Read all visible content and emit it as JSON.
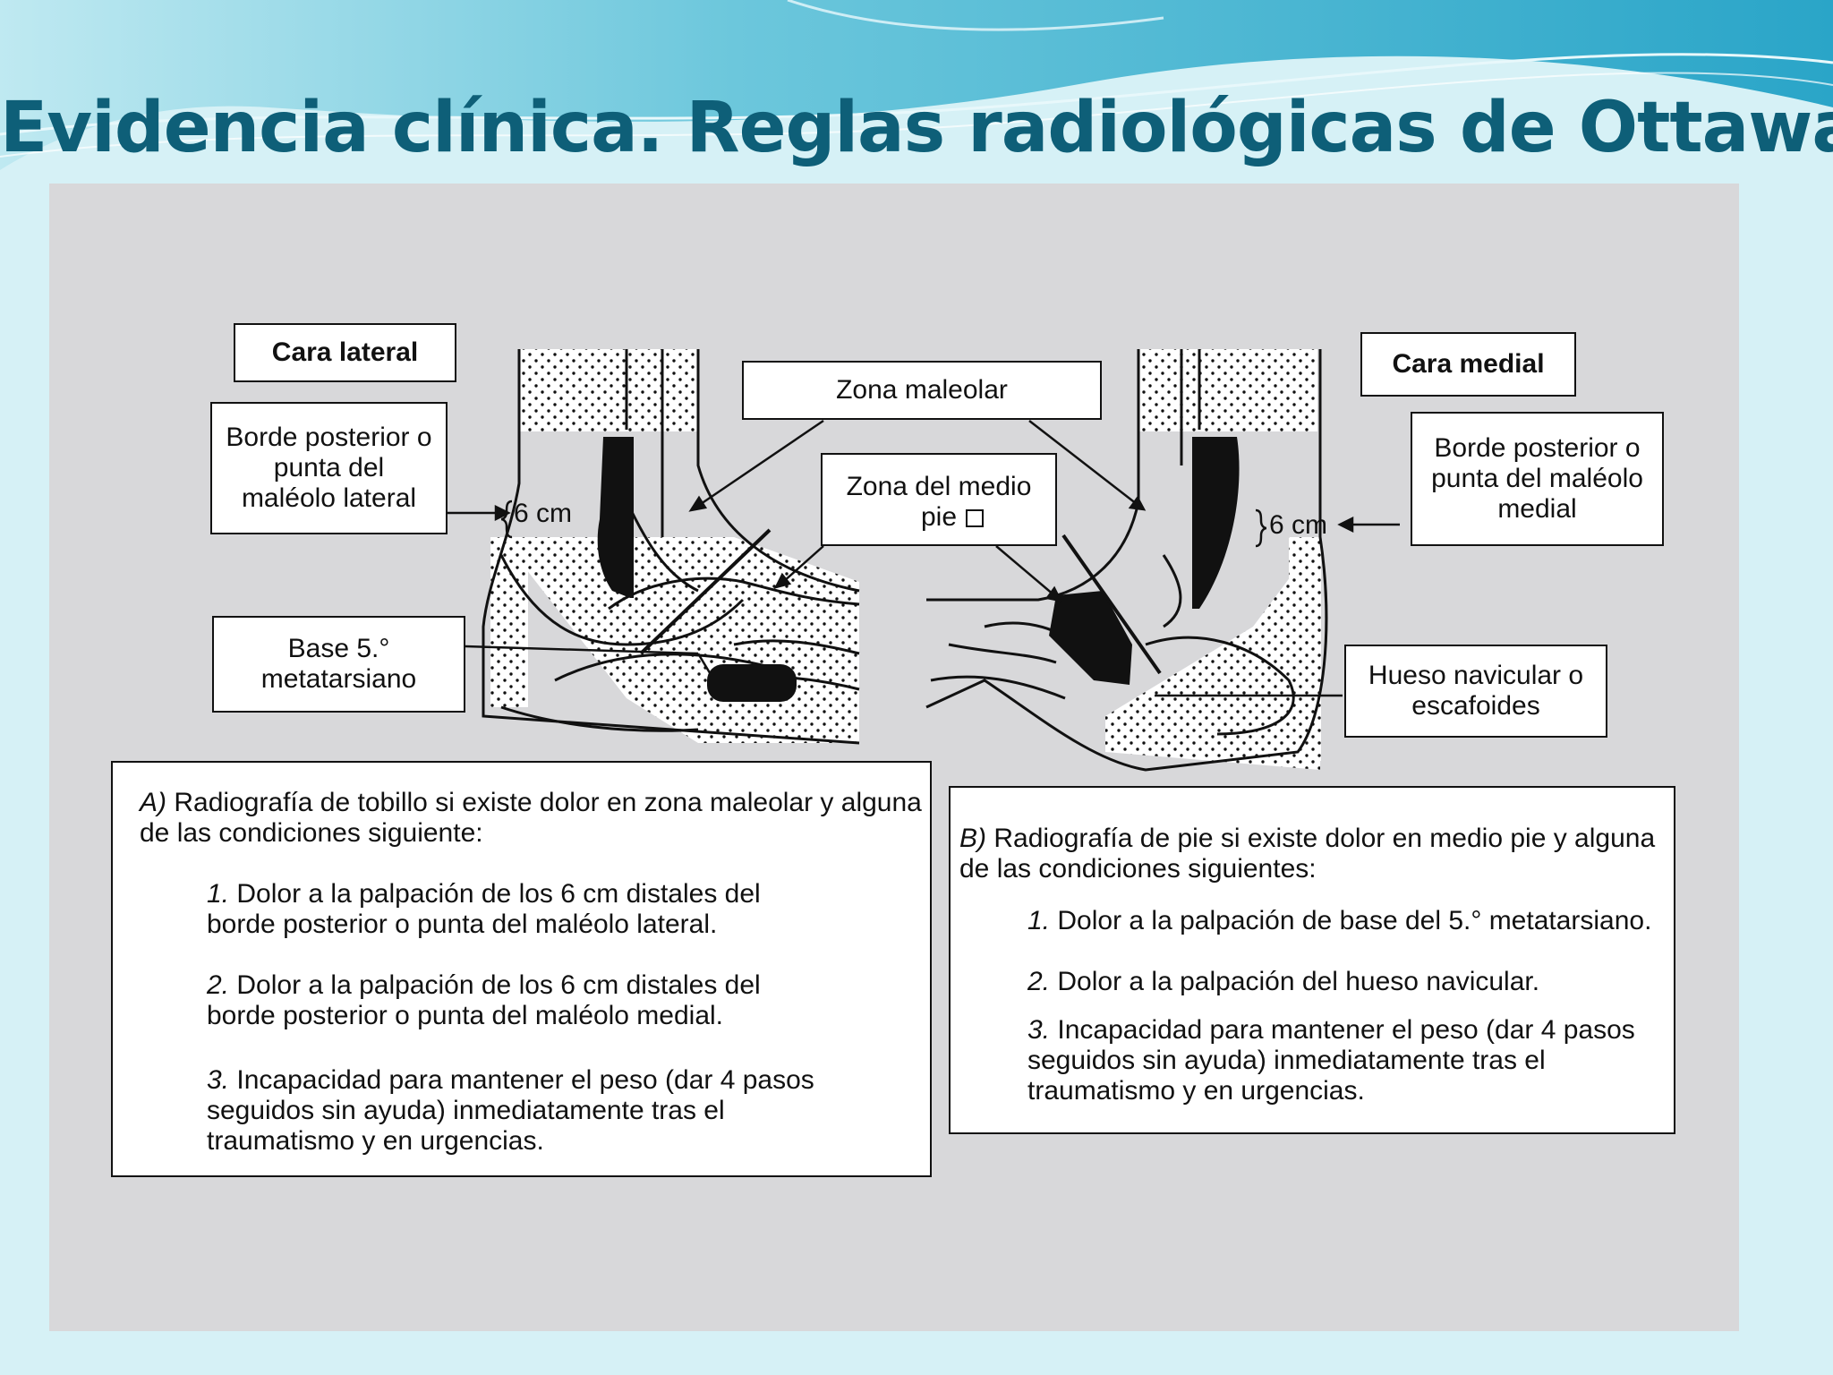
{
  "title": "Evidencia clínica. Reglas radiológicas de Ottawa.",
  "labels": {
    "cara_lateral": "Cara lateral",
    "cara_medial": "Cara medial",
    "borde_lateral": "Borde posterior o punta del maléolo lateral",
    "borde_medial": "Borde posterior o punta del maléolo medial",
    "zona_maleolar": "Zona maleolar",
    "zona_medio_pie": "Zona del medio pie",
    "base_5": "Base 5.° metatarsiano",
    "navicular": "Hueso navicular o escafoides",
    "six_cm_left": "6 cm",
    "six_cm_right": "6 cm"
  },
  "rules_a": {
    "letter": "A)",
    "heading": "Radiografía de tobillo si existe dolor en zona maleolar y alguna de las condiciones siguiente:",
    "items": [
      {
        "num": "1.",
        "text": "Dolor a la palpación de los 6 cm distales del borde posterior o punta del maléolo lateral."
      },
      {
        "num": "2.",
        "text": "Dolor a la palpación de los 6 cm distales del borde posterior o punta del maléolo medial."
      },
      {
        "num": "3.",
        "text": "Incapacidad para mantener el peso (dar 4 pasos seguidos sin ayuda) inmediatamente tras el traumatismo y en urgencias."
      }
    ]
  },
  "rules_b": {
    "letter": "B)",
    "heading": "Radiografía de pie si existe dolor en medio pie y alguna de las condiciones siguientes:",
    "items": [
      {
        "num": "1.",
        "text": "Dolor a la palpación de base del 5.° metatarsiano."
      },
      {
        "num": "2.",
        "text": "Dolor a la palpación del hueso navicular."
      },
      {
        "num": "3.",
        "text": "Incapacidad para mantener el peso (dar 4 pasos seguidos sin ayuda) inmediatamente tras el traumatismo y en urgencias."
      }
    ]
  },
  "colors": {
    "title": "#0e5f78",
    "panel": "#d8d8da",
    "background": "#d6f1f6",
    "wave": "#5fc4d8"
  }
}
